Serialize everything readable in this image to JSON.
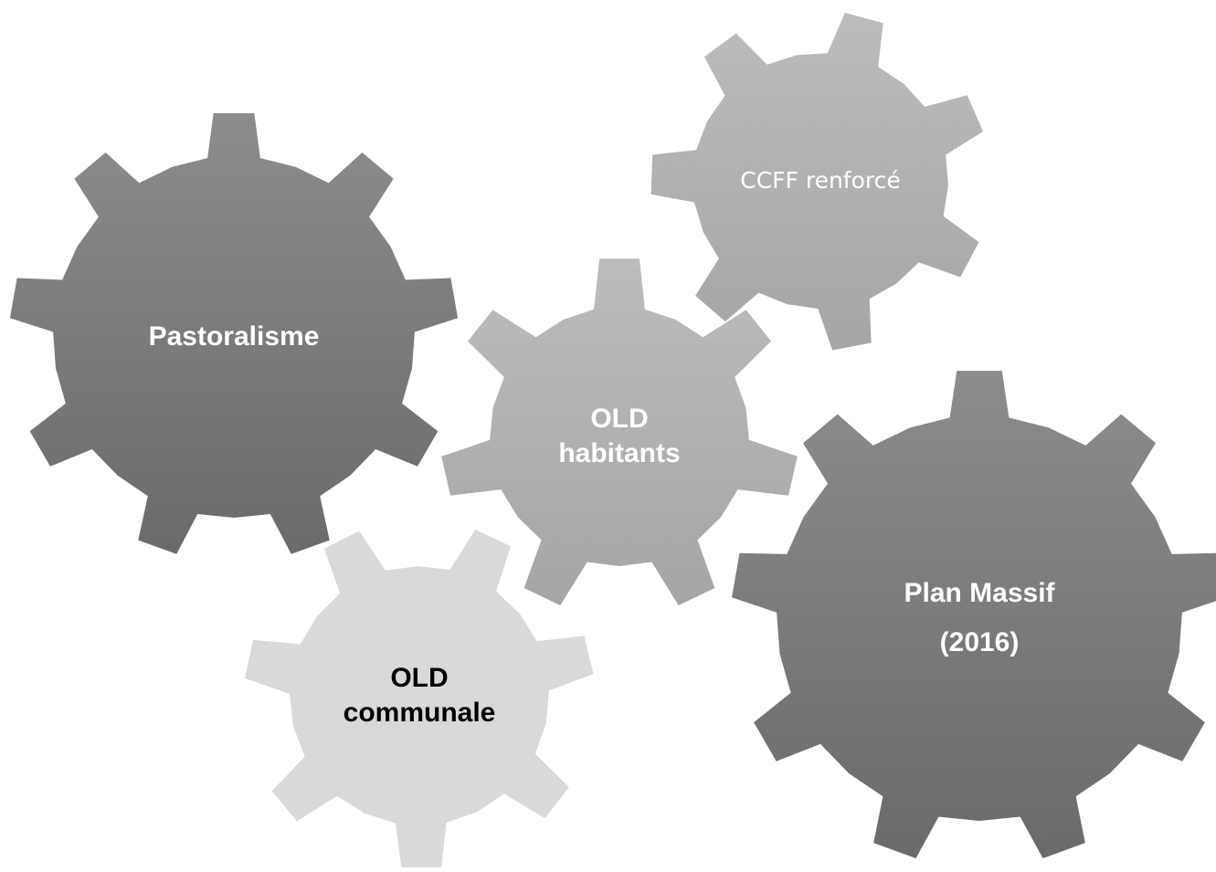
{
  "diagram": {
    "colors": {
      "dark_gear_top": "#8c8c8c",
      "dark_gear_bottom": "#6a6a6a",
      "mid_gear_top": "#bcbcbc",
      "mid_gear_bottom": "#a5a5a5",
      "light_gear": "#d9d9d9",
      "white_text": "#ffffff",
      "black_text": "#000000"
    },
    "gears": [
      {
        "id": "pastoralisme",
        "lines": [
          "Pastoralisme"
        ]
      },
      {
        "id": "ccff",
        "lines": [
          "CCFF renforcé"
        ]
      },
      {
        "id": "old-habitants",
        "lines": [
          "OLD",
          "habitants"
        ]
      },
      {
        "id": "plan-massif",
        "lines": [
          "Plan Massif",
          "(2016)"
        ]
      },
      {
        "id": "old-communale",
        "lines": [
          "OLD",
          "communale"
        ]
      }
    ]
  }
}
